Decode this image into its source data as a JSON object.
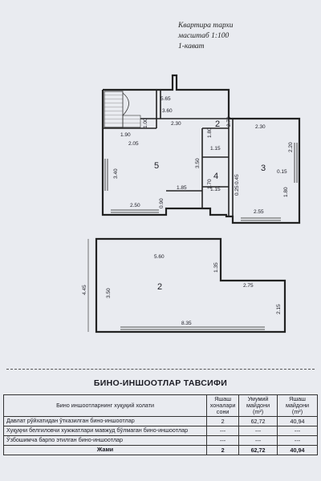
{
  "header": {
    "line1": "Квартира тархи",
    "line2": "масштаб 1:100",
    "line3": "1-кават"
  },
  "plan": {
    "labels": {
      "d565": "5.65",
      "d360": "3.60",
      "d100": "1.00",
      "d230": "2.30",
      "d190": "1.90",
      "d205": "2.05",
      "d180": "1.80",
      "d270": "2.70",
      "d230b": "2.30",
      "d115a": "1.15",
      "d220": "2.20",
      "d340": "3.40",
      "d350": "3.50",
      "d170": "1.70",
      "d015": "0.15",
      "d045": "0.45",
      "d025": "0.25",
      "d185": "1.85",
      "d115b": "1.15",
      "d180b": "1.80",
      "d250": "2.50",
      "d090": "0.90",
      "d255": "2.55",
      "d560": "5.60",
      "d135": "1.35",
      "d445": "4.45",
      "d350b": "3.50",
      "d275": "2.75",
      "d215": "2.15",
      "d835": "8.35"
    },
    "rooms": {
      "r5": "5",
      "r2a": "2",
      "r4": "4",
      "r3": "3",
      "r2b": "2"
    }
  },
  "table": {
    "title": "БИНО-ИНШООТЛАР ТАВСИФИ",
    "headers": {
      "name": "Бино иншоотларнинг хуқуқий холати",
      "rooms": "Яшаш хоналари сони",
      "total": "Умумий майдони (m²)",
      "living": "Яшаш майдони (m²)"
    },
    "rows": [
      {
        "name": "Давлат рўйхатидан ўтказилган бино-иншоотлар",
        "rooms": "2",
        "total": "62,72",
        "living": "40,94"
      },
      {
        "name": "Хуқуқни белгиловчи хужжатлари мавжуд бўлмаган бино-иншоотлар",
        "rooms": "---",
        "total": "---",
        "living": "---"
      },
      {
        "name": "Ўзбошимча барпо этилган бино-иншоотлар",
        "rooms": "---",
        "total": "---",
        "living": "---"
      },
      {
        "name": "Жами",
        "rooms": "2",
        "total": "62,72",
        "living": "40,94"
      }
    ]
  }
}
